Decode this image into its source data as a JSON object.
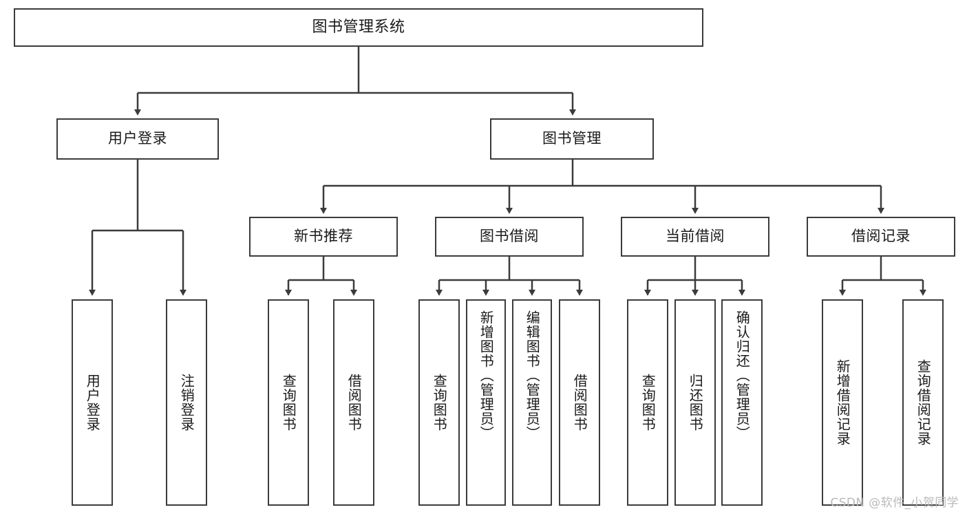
{
  "diagram": {
    "title": "图书管理系统",
    "stroke_color": "#3b3b3b",
    "background_color": "#ffffff",
    "text_color": "#1a1a1a"
  },
  "root": {
    "label": "图书管理系统"
  },
  "level2": [
    {
      "label": "用户登录"
    },
    {
      "label": "图书管理"
    }
  ],
  "level3": [
    {
      "label": "新书推荐"
    },
    {
      "label": "图书借阅"
    },
    {
      "label": "当前借阅"
    },
    {
      "label": "借阅记录"
    }
  ],
  "leaves": {
    "user_login": [
      {
        "label": "用户登录"
      },
      {
        "label": "注销登录"
      }
    ],
    "new_book": [
      {
        "label": "查询图书"
      },
      {
        "label": "借阅图书"
      }
    ],
    "book_borrow": [
      {
        "label": "查询图书"
      },
      {
        "label": "新增图书（管理员）"
      },
      {
        "label": "编辑图书（管理员）"
      },
      {
        "label": "借阅图书"
      }
    ],
    "current_borrow": [
      {
        "label": "查询图书"
      },
      {
        "label": "归还图书"
      },
      {
        "label": "确认归还（管理员）"
      }
    ],
    "borrow_record": [
      {
        "label": "新增借阅记录"
      },
      {
        "label": "查询借阅记录"
      }
    ]
  },
  "watermark": {
    "text": "CSDN @软件_小贺同学"
  }
}
